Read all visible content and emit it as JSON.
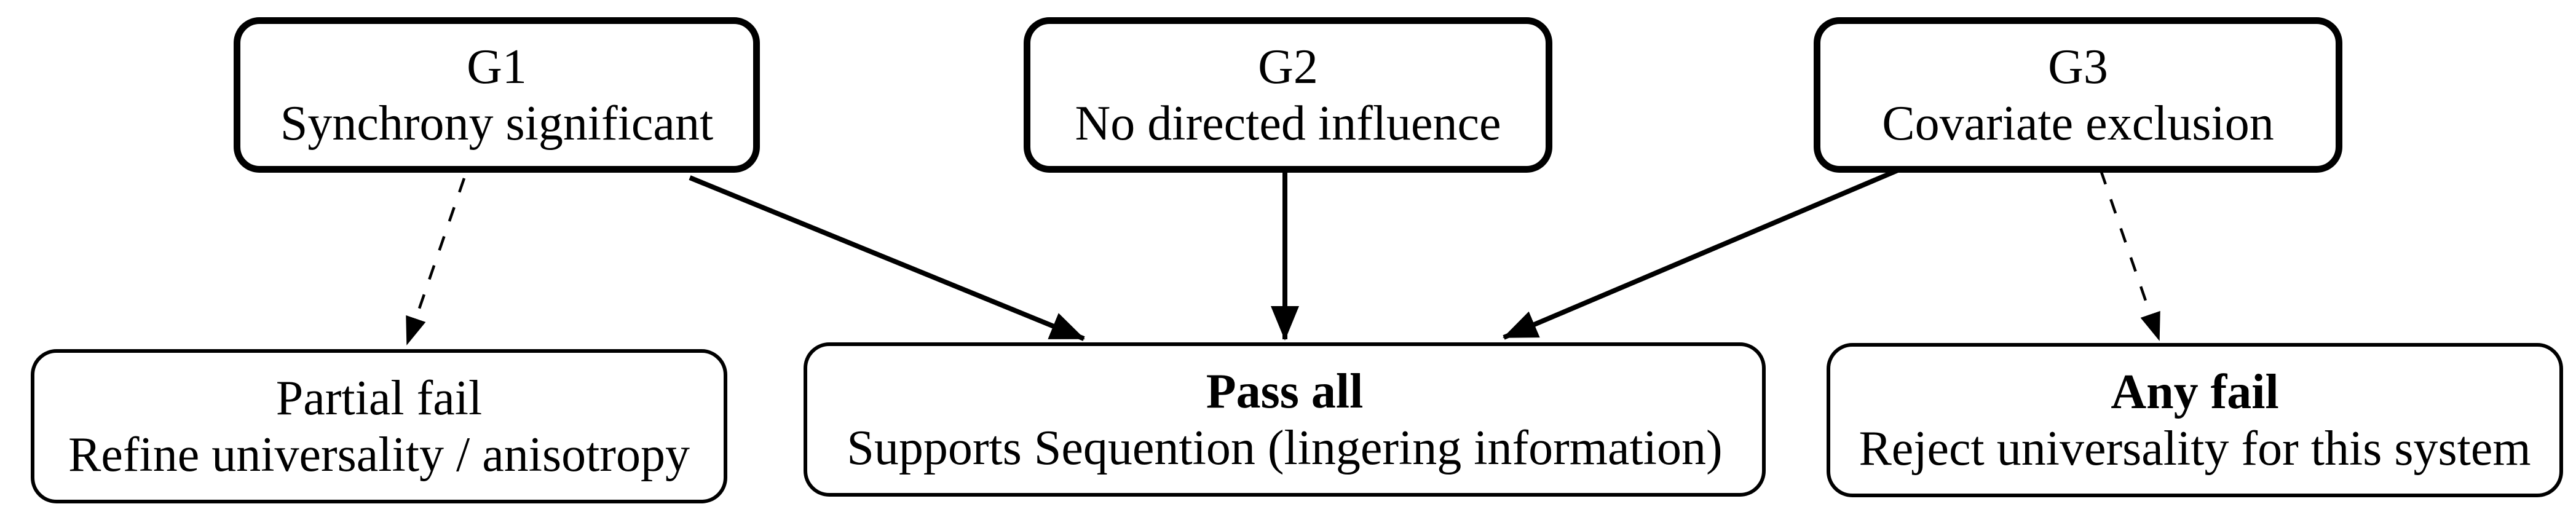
{
  "diagram": {
    "background_color": "#ffffff",
    "line_color": "#000000",
    "gates": [
      {
        "id": "g1",
        "title": "G1",
        "subtitle": "Synchrony significant"
      },
      {
        "id": "g2",
        "title": "G2",
        "subtitle": "No directed influence"
      },
      {
        "id": "g3",
        "title": "G3",
        "subtitle": "Covariate exclusion"
      }
    ],
    "outcomes": [
      {
        "id": "partial-fail",
        "title": "Partial fail",
        "subtitle": "Refine universality / anisotropy",
        "title_bold": false
      },
      {
        "id": "pass-all",
        "title": "Pass all",
        "subtitle": "Supports Sequention (lingering information)",
        "title_bold": true
      },
      {
        "id": "any-fail",
        "title": "Any fail",
        "subtitle": "Reject universality for this system",
        "title_bold": true
      }
    ],
    "edges": [
      {
        "from": "g1",
        "to": "partial-fail",
        "style": "dashed"
      },
      {
        "from": "g1",
        "to": "pass-all",
        "style": "solid"
      },
      {
        "from": "g2",
        "to": "pass-all",
        "style": "solid"
      },
      {
        "from": "g3",
        "to": "pass-all",
        "style": "solid"
      },
      {
        "from": "g3",
        "to": "any-fail",
        "style": "dashed"
      }
    ]
  }
}
